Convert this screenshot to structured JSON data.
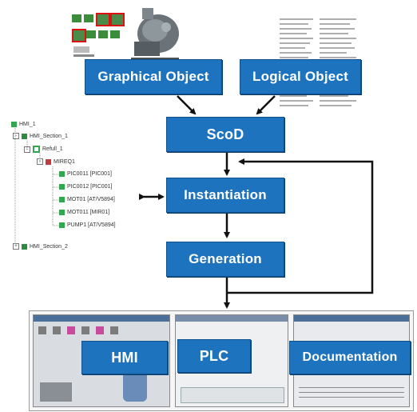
{
  "boxes": {
    "graphical_object": "Graphical Object",
    "logical_object": "Logical Object",
    "scod": "ScoD",
    "instantiation": "Instantiation",
    "generation": "Generation",
    "hmi": "HMI",
    "plc": "PLC",
    "documentation": "Documentation"
  },
  "tree": {
    "root": "HMI_1",
    "sections": [
      "HMI_Section_1",
      "HMI_Section_2"
    ],
    "view": "Refull_1",
    "group": "MIREQ1",
    "items": [
      "PIC0011 [PIC001]",
      "PIC0012 [PIC001]",
      "MOT01 [AT/V5894]",
      "MOT011 [MIR01]",
      "PUMP1 [AT/V5894]"
    ]
  },
  "colors": {
    "box_fill": "#1e73be",
    "box_text": "#ffffff",
    "arrow": "#111111",
    "tree_green": "#2fa84f"
  },
  "icons": [
    "pump-image",
    "document-thumbnail",
    "screen-thumbnail"
  ]
}
